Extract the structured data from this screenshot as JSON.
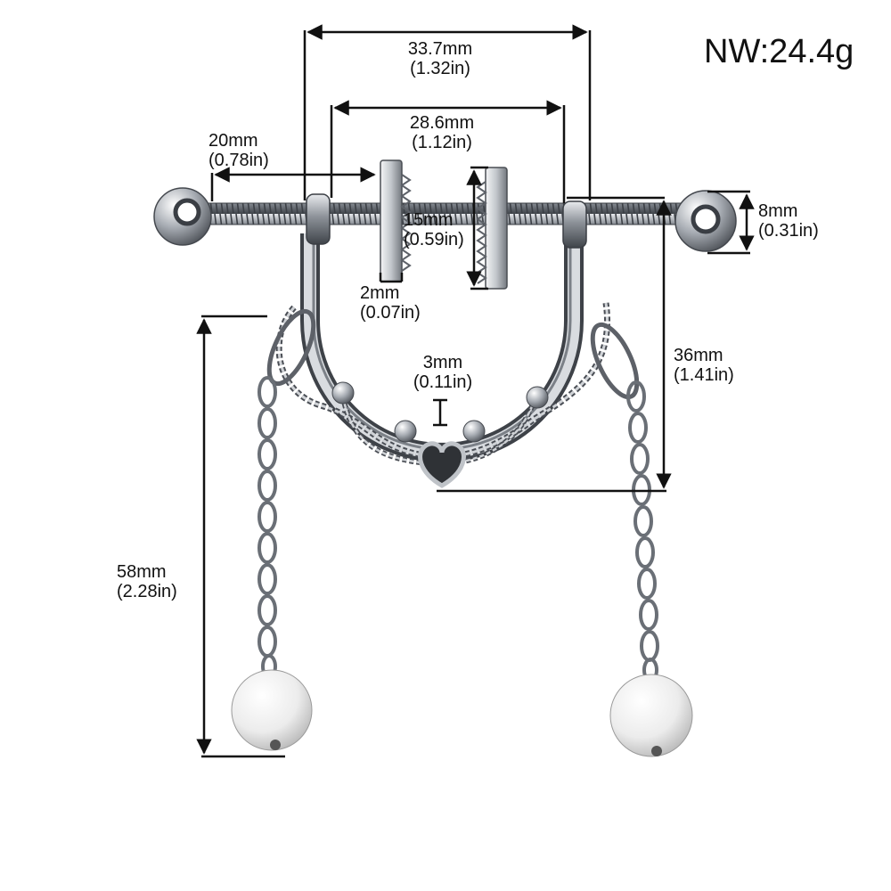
{
  "weight": "NW:24.4g",
  "dimensions": {
    "overall_width": {
      "mm": "33.7mm",
      "in": "(1.32in)"
    },
    "inner_width": {
      "mm": "28.6mm",
      "in": "(1.12in)"
    },
    "bar_end": {
      "mm": "20mm",
      "in": "(0.78in)"
    },
    "clamp_height": {
      "mm": "15mm",
      "in": "(0.59in)"
    },
    "clamp_thickness": {
      "mm": "2mm",
      "in": "(0.07in)"
    },
    "ball_size": {
      "mm": "8mm",
      "in": "(0.31in)"
    },
    "body_height": {
      "mm": "36mm",
      "in": "(1.41in)"
    },
    "ring_thickness": {
      "mm": "3mm",
      "in": "(0.11in)"
    },
    "chain_length": {
      "mm": "58mm",
      "in": "(2.28in)"
    }
  },
  "colors": {
    "metal": "#b9bdc3",
    "metal_dark": "#5f646b",
    "pearl": "#f2f2f2",
    "line": "#111111"
  }
}
